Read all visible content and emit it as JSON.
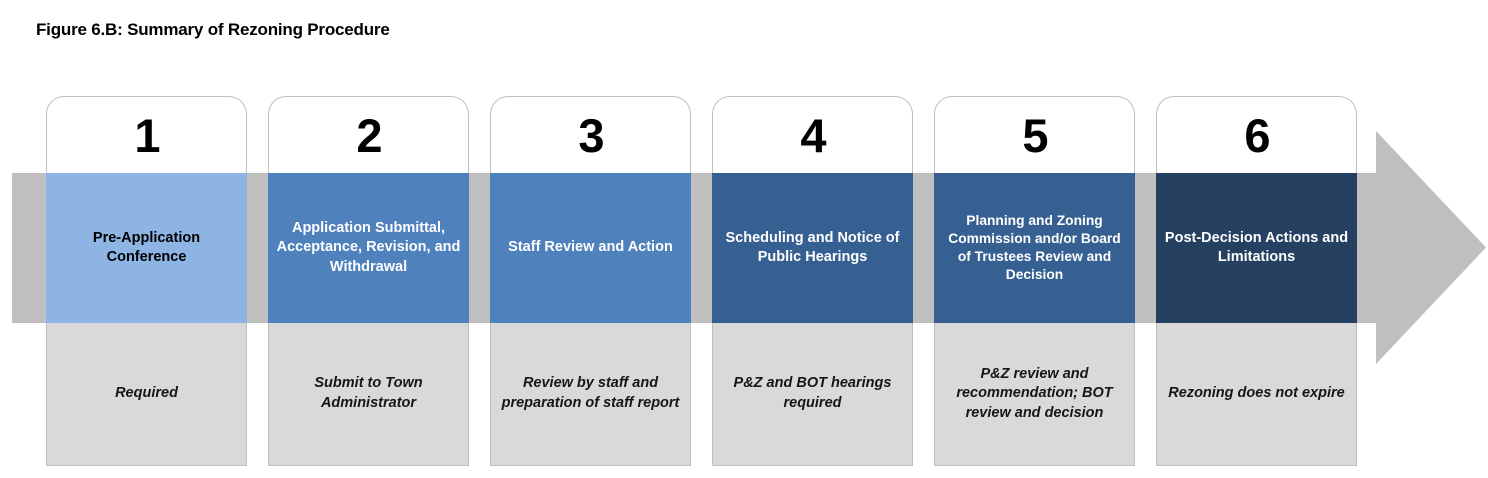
{
  "figure": {
    "title": "Figure 6.B: Summary of Rezoning Procedure"
  },
  "colors": {
    "step1_band": "#8DB4E2",
    "step2_band": "#4F81BD",
    "step3_band": "#4F81BD",
    "step4_band": "#376092",
    "step5_band": "#376092",
    "step6_band": "#254061",
    "arrow": "#BFBFBF",
    "description_box": "#D9D9D9",
    "box_border": "#BFBFBF",
    "number_text": "#000000"
  },
  "arrow": {
    "name": "process-flow-arrow",
    "direction": "right"
  },
  "steps": [
    {
      "number": "1",
      "title": "Pre-Application Conference",
      "description": "Required",
      "band_color": "#8DB4E2",
      "title_color": "#000000"
    },
    {
      "number": "2",
      "title": "Application Submittal, Acceptance, Revision, and Withdrawal",
      "description": "Submit to Town Administrator",
      "band_color": "#4F81BD",
      "title_color": "#FFFFFF"
    },
    {
      "number": "3",
      "title": "Staff Review and Action",
      "description": "Review by staff and preparation of staff report",
      "band_color": "#4F81BD",
      "title_color": "#FFFFFF"
    },
    {
      "number": "4",
      "title": "Scheduling and Notice of Public Hearings",
      "description": "P&Z and BOT hearings required",
      "band_color": "#376092",
      "title_color": "#FFFFFF"
    },
    {
      "number": "5",
      "title": "Planning and Zoning Commission and/or Board of Trustees Review and Decision",
      "description": "P&Z review and recommendation; BOT review and decision",
      "band_color": "#376092",
      "title_color": "#FFFFFF"
    },
    {
      "number": "6",
      "title": "Post-Decision Actions and Limitations",
      "description": "Rezoning does not expire",
      "band_color": "#254061",
      "title_color": "#FFFFFF"
    }
  ]
}
